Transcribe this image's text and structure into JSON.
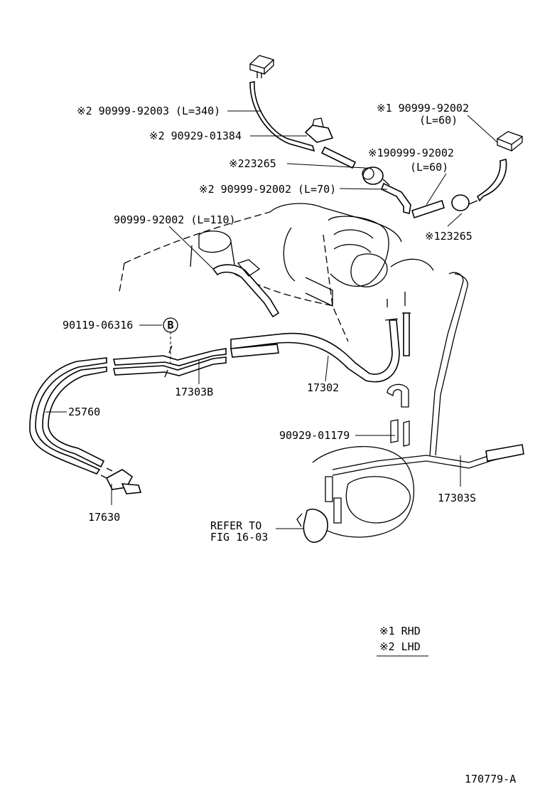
{
  "diagram": {
    "figure_id": "170779-A",
    "callouts": {
      "hose_340": "※2 90999-92003 (L=340)",
      "clamp_01384": "※2 90929-01384",
      "vsv_223265": "※223265",
      "hose_70": "※2 90999-92002 (L=70)",
      "rhd_hose_60_top_1": "※1 90999-92002",
      "rhd_hose_60_top_2": "(L=60)",
      "rhd_hose_60_mid_1": "※190999-92002",
      "rhd_hose_60_mid_2": "(L=60)",
      "vsv_123265": "※123265",
      "hose_110": "90999-92002 (L=110)",
      "bolt_06316": "90119-06316",
      "bolt_marker": "B",
      "pipe_17303B": "17303B",
      "pipe_17302": "17302",
      "hose_25760": "25760",
      "valve_17630": "17630",
      "clamp_01179": "90929-01179",
      "pipe_17303S": "17303S",
      "refer_1": "REFER TO",
      "refer_2": "FIG 16-03"
    },
    "legend": {
      "rhd": "※1 RHD",
      "lhd": "※2 LHD"
    }
  }
}
